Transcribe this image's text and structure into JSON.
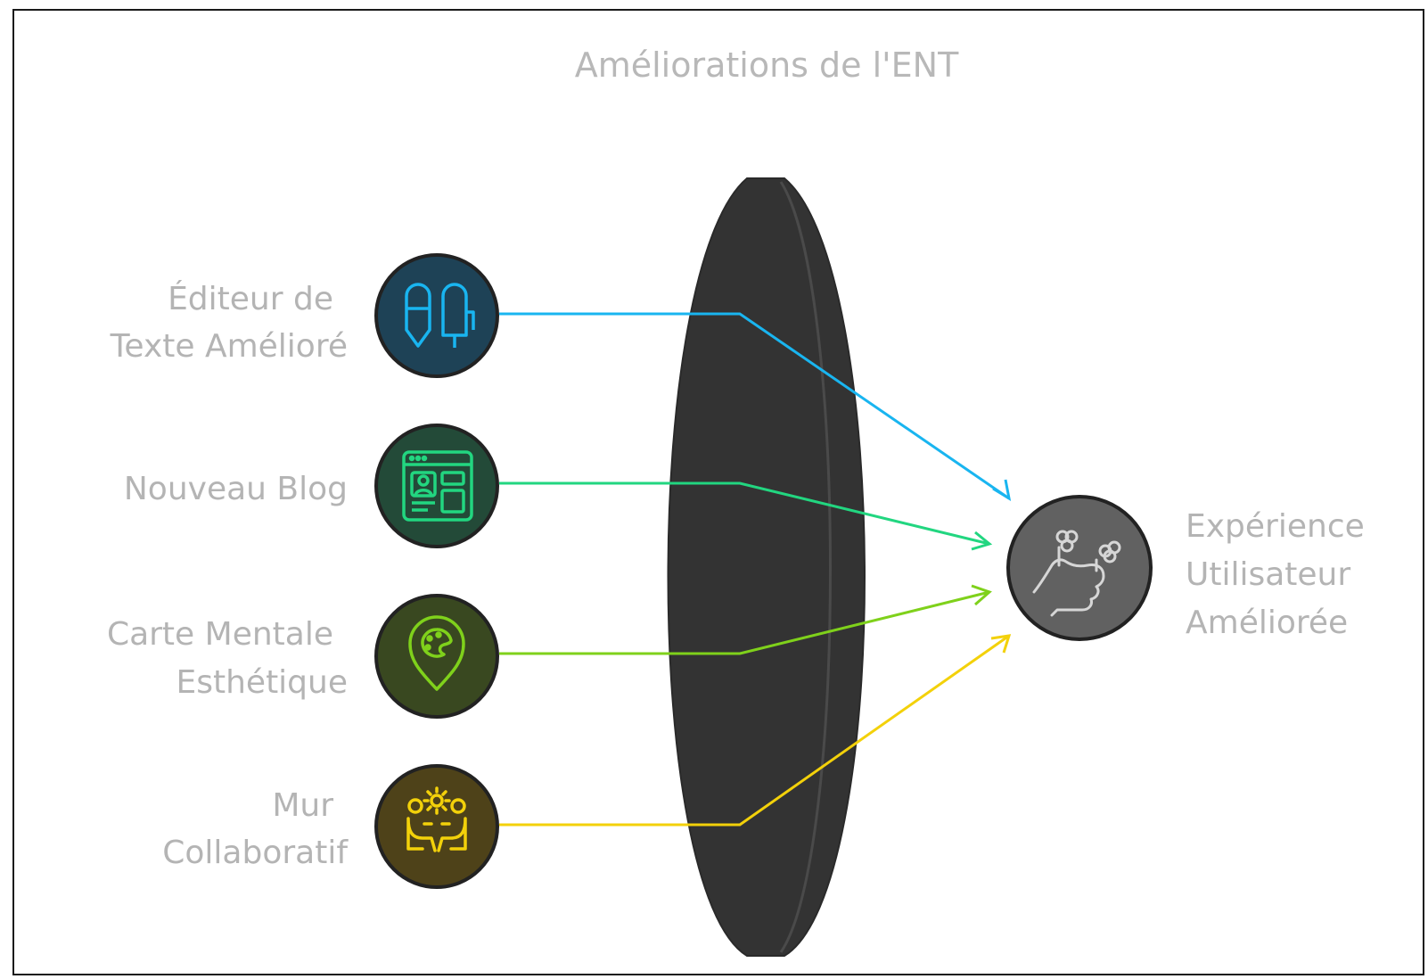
{
  "diagram": {
    "title": "Améliorations de l'ENT",
    "inputs": [
      {
        "line1": "Éditeur de",
        "line2": "Texte Amélioré",
        "icon": "pencil-pen-icon",
        "color": "#19b5f0",
        "fill": "#1e4256"
      },
      {
        "line1": "Nouveau Blog",
        "line2": "",
        "icon": "blog-layout-icon",
        "color": "#22d680",
        "fill": "#234a38"
      },
      {
        "line1": "Carte Mentale",
        "line2": "Esthétique",
        "icon": "palette-pin-icon",
        "color": "#7fd11b",
        "fill": "#394820"
      },
      {
        "line1": "Mur",
        "line2": "Collaboratif",
        "icon": "collaboration-icon",
        "color": "#f3d10a",
        "fill": "#4e4219"
      }
    ],
    "output": {
      "line1": "Expérience",
      "line2": "Utilisateur",
      "line3": "Améliorée",
      "icon": "thumbs-up-flowers-icon",
      "fill": "#616161"
    },
    "lens_color": "#333333"
  }
}
